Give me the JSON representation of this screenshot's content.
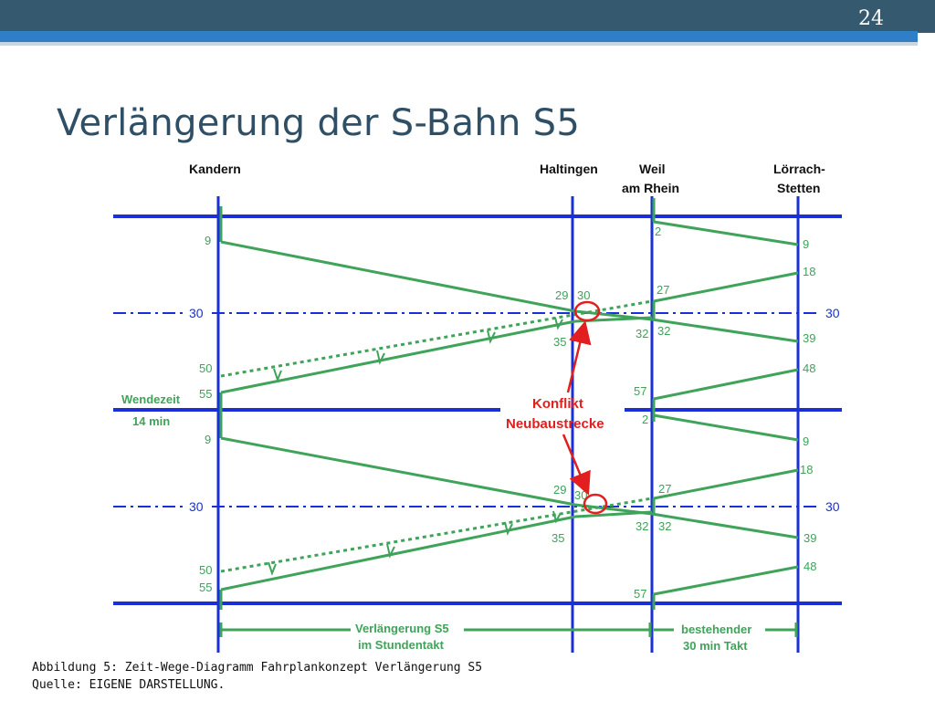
{
  "slide": {
    "number": "24",
    "title": "Verlängerung der S-Bahn S5"
  },
  "stations": {
    "kandern": "Kandern",
    "haltingen": "Haltingen",
    "weil": [
      "Weil",
      "am Rhein"
    ],
    "loerrach": [
      "Lörrach-",
      "Stetten"
    ]
  },
  "left_labels": {
    "min_30_top": "30",
    "min_30_bottom": "30"
  },
  "right_labels": {
    "min_30_top": "30",
    "min_30_bottom": "30"
  },
  "wendezeit": [
    "Wendezeit",
    "14 min"
  ],
  "conflict": [
    "Konflikt",
    "Neubaustrecke"
  ],
  "times_top": {
    "k_9": "9",
    "k_50": "50",
    "k_55": "55",
    "h_29": "29",
    "h_30": "30",
    "h_35": "35",
    "w_2": "2",
    "w_27": "27",
    "w_32a": "32",
    "w_32b": "32",
    "w_57": "57",
    "l_9": "9",
    "l_18": "18",
    "l_39": "39",
    "l_48": "48"
  },
  "times_bottom": {
    "k_9": "9",
    "k_50": "50",
    "k_55": "55",
    "h_29": "29",
    "h_30": "30",
    "h_35": "35",
    "w_2": "2",
    "w_27": "27",
    "w_32a": "32",
    "w_32b": "32",
    "w_57": "57",
    "l_9": "9",
    "l_18": "18",
    "l_39": "39",
    "l_48": "48"
  },
  "footer_segments": {
    "extension": [
      "Verlängerung S5",
      "im Stundentakt"
    ],
    "existing": [
      "bestehender",
      "30 min Takt"
    ]
  },
  "caption": {
    "line1": "Abbildung 5: Zeit-Wege-Diagramm Fahrplankonzept Verlängerung S5",
    "line2": "Quelle: EIGENE DARSTELLUNG."
  },
  "colors": {
    "blue": "#1a2fd6",
    "green": "#3fa35a",
    "red": "#e21e1e"
  }
}
